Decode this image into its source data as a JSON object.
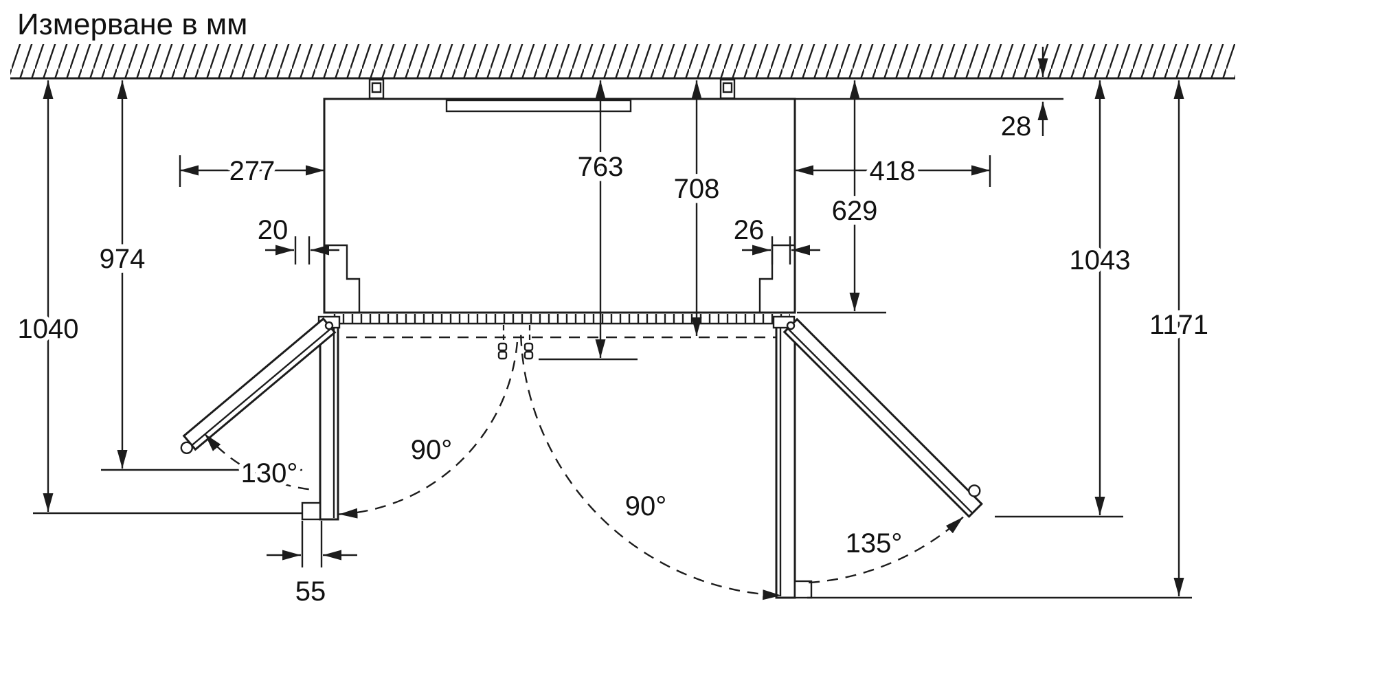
{
  "title": "Измерване в мм",
  "colors": {
    "line": "#1c1c1c",
    "background": "#ffffff"
  },
  "labels": {
    "dim_277": "277",
    "dim_763": "763",
    "dim_708": "708",
    "dim_418": "418",
    "dim_28": "28",
    "dim_629": "629",
    "dim_974": "974",
    "dim_20": "20",
    "dim_26": "26",
    "dim_1043": "1043",
    "dim_1040": "1040",
    "dim_1171": "1171",
    "dim_55": "55",
    "angle_left_open": "130°",
    "angle_left_90": "90°",
    "angle_right_90": "90°",
    "angle_right_open": "135°"
  }
}
